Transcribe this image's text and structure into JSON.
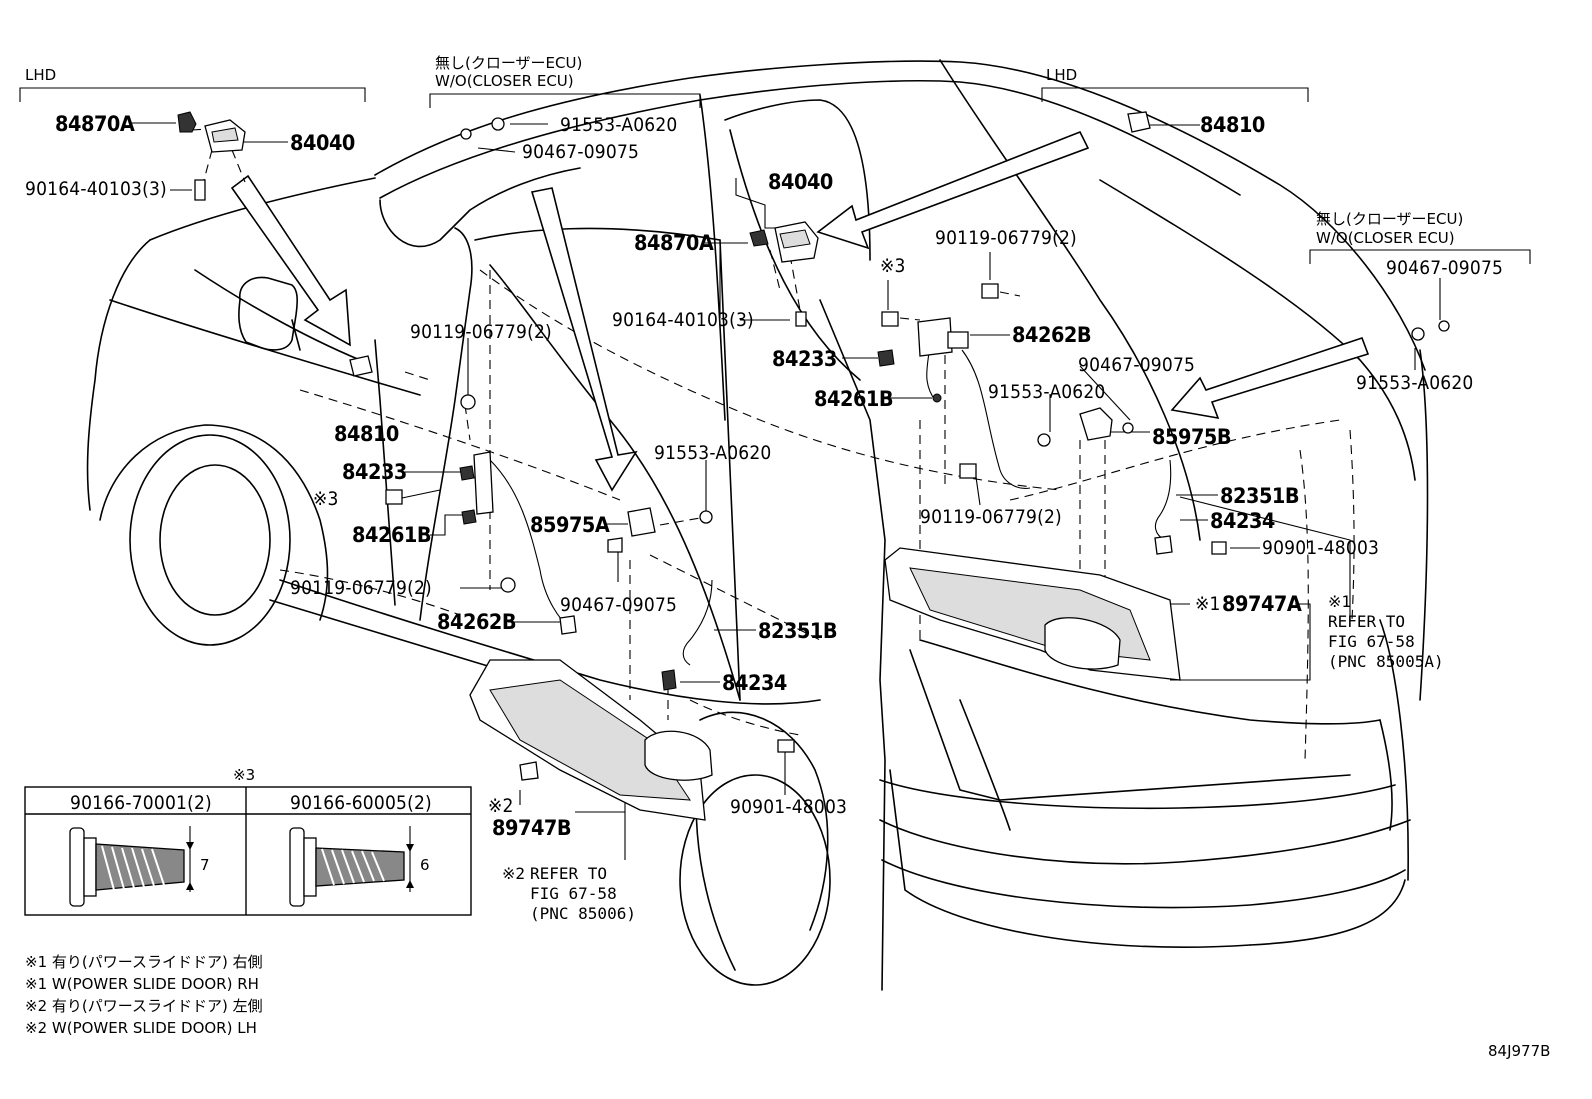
{
  "sections": {
    "lhd_left": "LHD",
    "lhd_right": "LHD",
    "wo_closer_ecu_center_jp": "無し(クローザーECU)",
    "wo_closer_ecu_center_en": "W/O(CLOSER ECU)",
    "wo_closer_ecu_right_jp": "無し(クローザーECU)",
    "wo_closer_ecu_right_en": "W/O(CLOSER ECU)"
  },
  "labels": {
    "p84870A_l": "84870A",
    "p84040_l": "84040",
    "p90164_l": "90164-40103(3)",
    "p91553_c": "91553-A0620",
    "p90467_c": "90467-09075",
    "p84040_c": "84040",
    "p84870A_c": "84870A",
    "p90164_c": "90164-40103(3)",
    "p84810_r": "84810",
    "p90119_r": "90119-06779(2)",
    "mark3_r": "※3",
    "p84262B_r": "84262B",
    "p84233_r": "84233",
    "p90467_r": "90467-09075",
    "p84261B_r": "84261B",
    "p91553_r": "91553-A0620",
    "p85975B_r": "85975B",
    "p90467_fr": "90467-09075",
    "p91553_fr": "91553-A0620",
    "p90119_c": "90119-06779(2)",
    "p84810_c": "84810",
    "p84233_c": "84233",
    "mark3_c": "※3",
    "p84261B_c": "84261B",
    "p91553_c2": "91553-A0620",
    "p85975A_c": "85975A",
    "p90119_c2": "90119-06779(2)",
    "p90467_c2": "90467-09075",
    "p84262B_c": "84262B",
    "p82351B_c": "82351B",
    "p84234_c": "84234",
    "p90119_r2": "90119-06779(2)",
    "p82351B_r": "82351B",
    "p84234_r": "84234",
    "p90901_r": "90901-48003",
    "mark1_r": "※1",
    "p89747A_r": "89747A",
    "mark1_ref": "※1",
    "ref_r_1": "REFER TO",
    "ref_r_2": "FIG 67-58",
    "ref_r_3": "(PNC 85005A)",
    "mark2_c": "※2",
    "p89747B_c": "89747B",
    "p90901_c": "90901-48003",
    "ref_c_mark": "※2",
    "ref_c_1": "REFER TO",
    "ref_c_2": "FIG 67-58",
    "ref_c_3": "(PNC 85006)",
    "diagram_id": "84J977B"
  },
  "bolt_table": {
    "mark": "※3",
    "col1_part": "90166-70001(2)",
    "col1_dim": "7",
    "col2_part": "90166-60005(2)",
    "col2_dim": "6"
  },
  "footnotes": [
    "※1 有り(パワースライドドア) 右側",
    "※1 W(POWER SLIDE DOOR) RH",
    "※2 有り(パワースライドドア) 左側",
    "※2 W(POWER SLIDE DOOR) LH"
  ]
}
